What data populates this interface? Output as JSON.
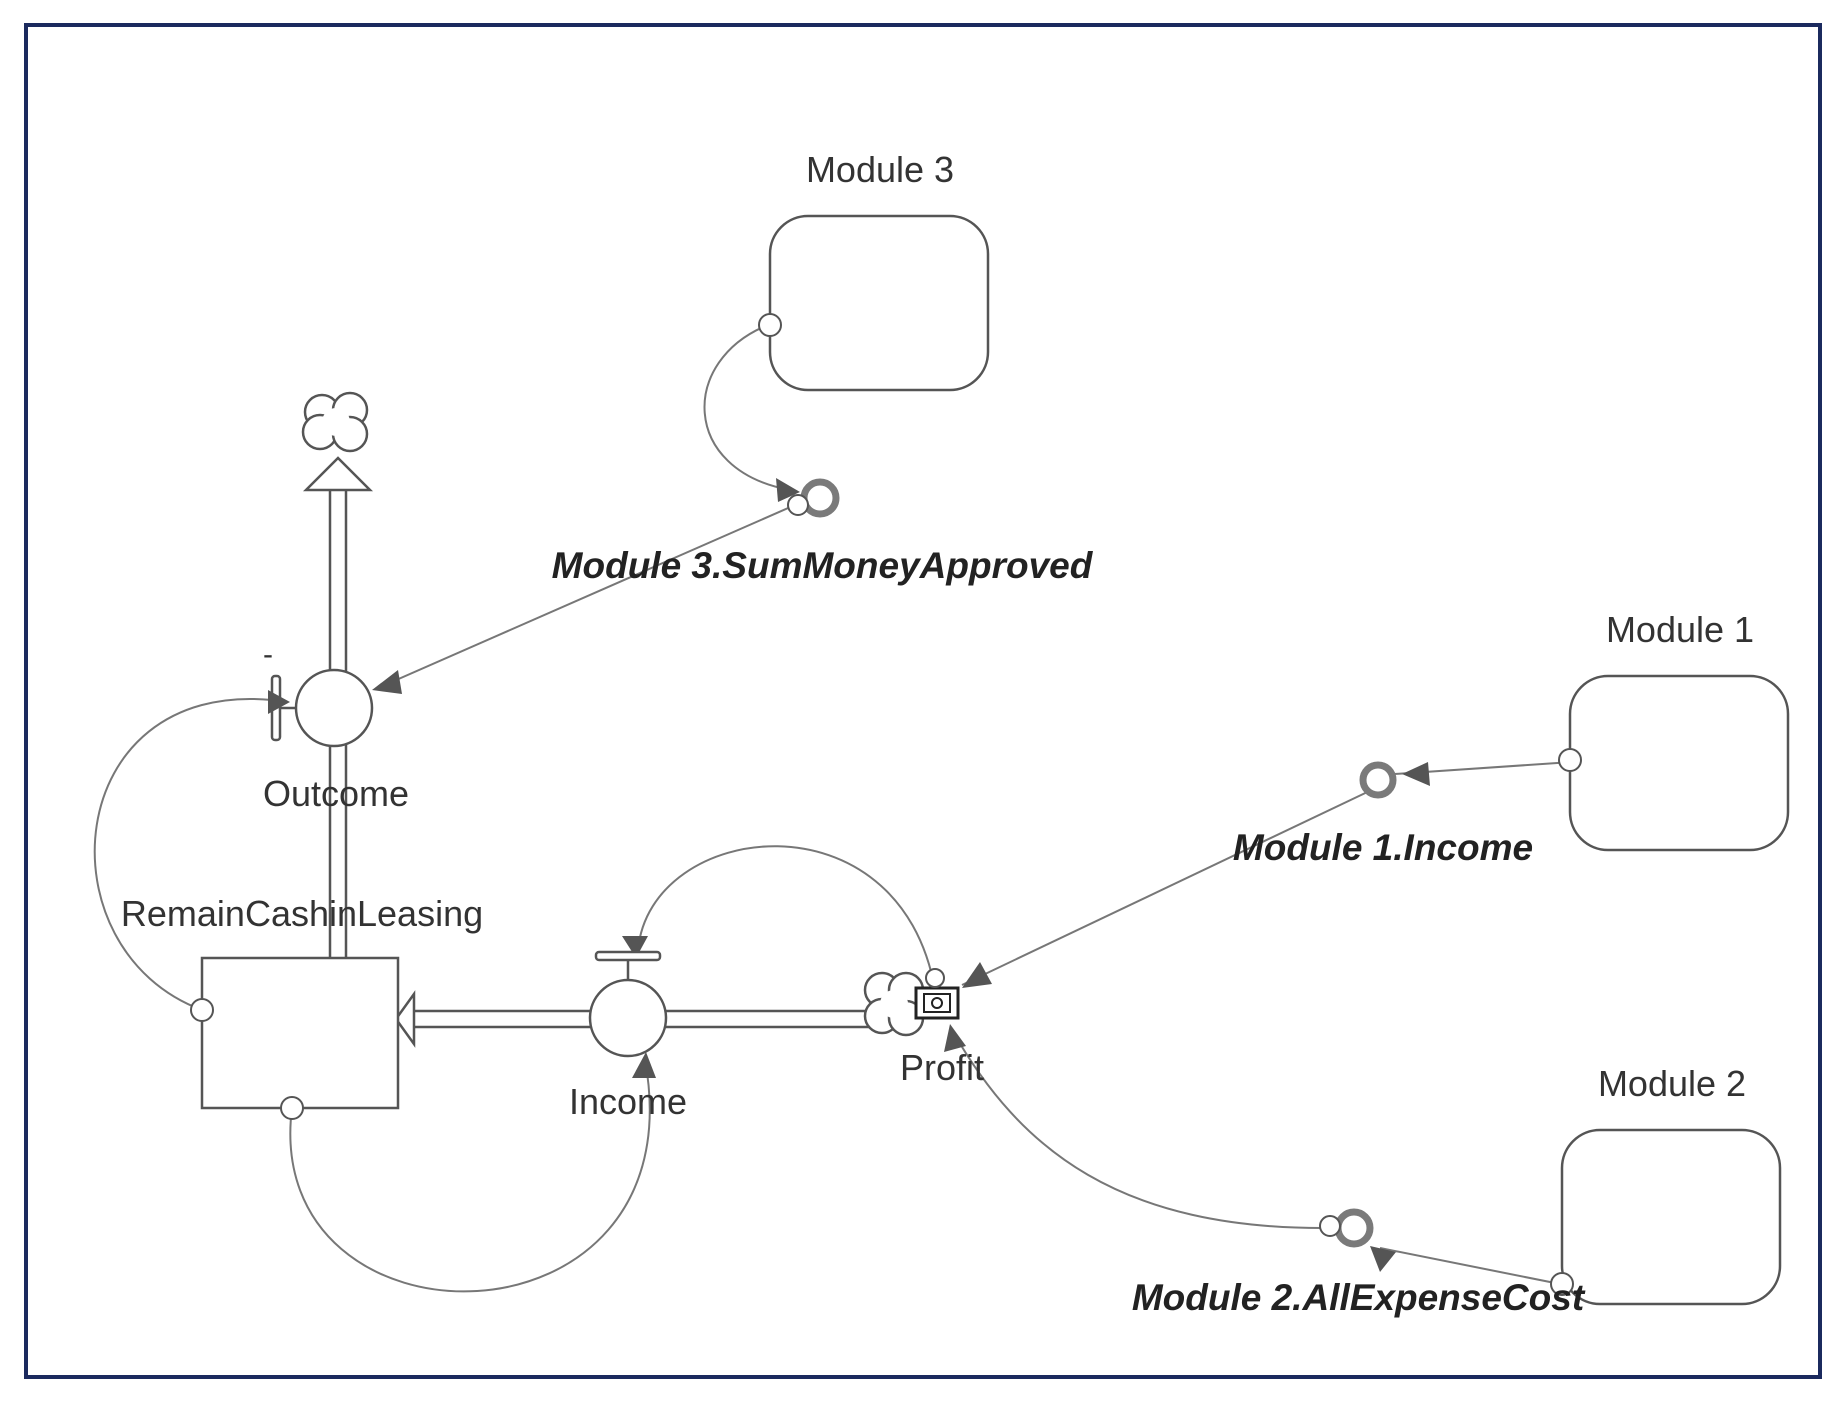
{
  "diagram": {
    "stock": {
      "label": "RemainCashinLeasing"
    },
    "flows": {
      "outcome": {
        "label": "Outcome",
        "sign": "-"
      },
      "income": {
        "label": "Income"
      }
    },
    "converter": {
      "label": "Profit"
    },
    "modules": {
      "module1": {
        "label": "Module 1"
      },
      "module2": {
        "label": "Module 2"
      },
      "module3": {
        "label": "Module 3"
      }
    },
    "ghosts": {
      "module1_income": {
        "label": "Module 1.Income"
      },
      "module2_expense": {
        "label": "Module 2.AllExpenseCost"
      },
      "module3_approved": {
        "label": "Module 3.SumMoneyApproved"
      }
    },
    "colors": {
      "frame": "#1b2a5e",
      "line": "#555555",
      "connector": "#777777"
    }
  }
}
